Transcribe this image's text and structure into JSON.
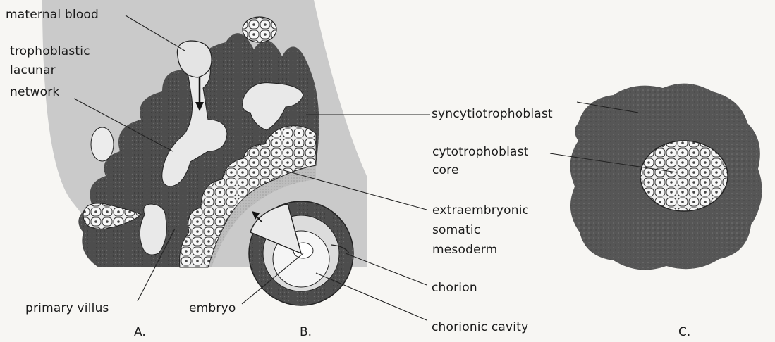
{
  "labels": {
    "maternal_blood": "maternal blood",
    "trophoblastic_lacunar_network": [
      "trophoblastic",
      "lacunar",
      "network"
    ],
    "primary_villus": "primary villus",
    "embryo": "embryo",
    "syncytiotrophoblast": "syncytiotrophoblast",
    "cytotrophoblast_core": [
      "cytotrophoblast",
      "core"
    ],
    "extraembryonic_somatic_mesoderm": [
      "extraembryonic",
      "somatic",
      "mesoderm"
    ],
    "chorion": "chorion",
    "chorionic_cavity": "chorionic cavity"
  },
  "panels": {
    "a": "A.",
    "b": "B.",
    "c": "C."
  },
  "colors": {
    "background": "#f7f6f3",
    "decidua": "#c9c9c9",
    "syncytio": "#4a4a4a",
    "lacuna": "#e8e8e8",
    "cell_fill": "#f2f2f2",
    "line": "#222222"
  }
}
